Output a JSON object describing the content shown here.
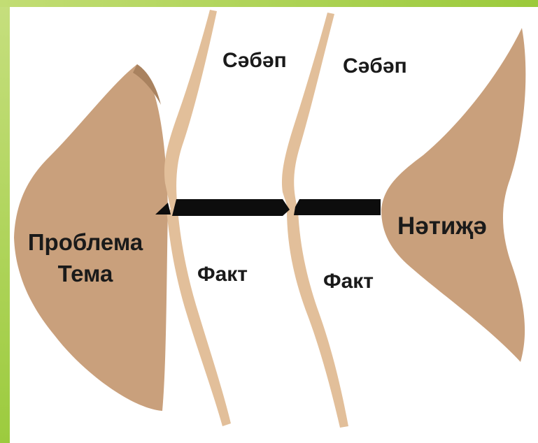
{
  "diagram": {
    "head_label_line1": "Проблема",
    "head_label_line2": "Тема",
    "tail_label": "Нәтиҗә",
    "causes": [
      {
        "label": "Сәбәп"
      },
      {
        "label": "Сәбәп"
      }
    ],
    "facts": [
      {
        "label": "Факт"
      },
      {
        "label": "Факт"
      }
    ],
    "colors": {
      "fish_fill": "#c9a07c",
      "fish_shadow": "#a9825f",
      "bone_fill": "#e2bf9a",
      "spine": "#0d0d0d",
      "frame_green": "#9ccb3e"
    }
  }
}
